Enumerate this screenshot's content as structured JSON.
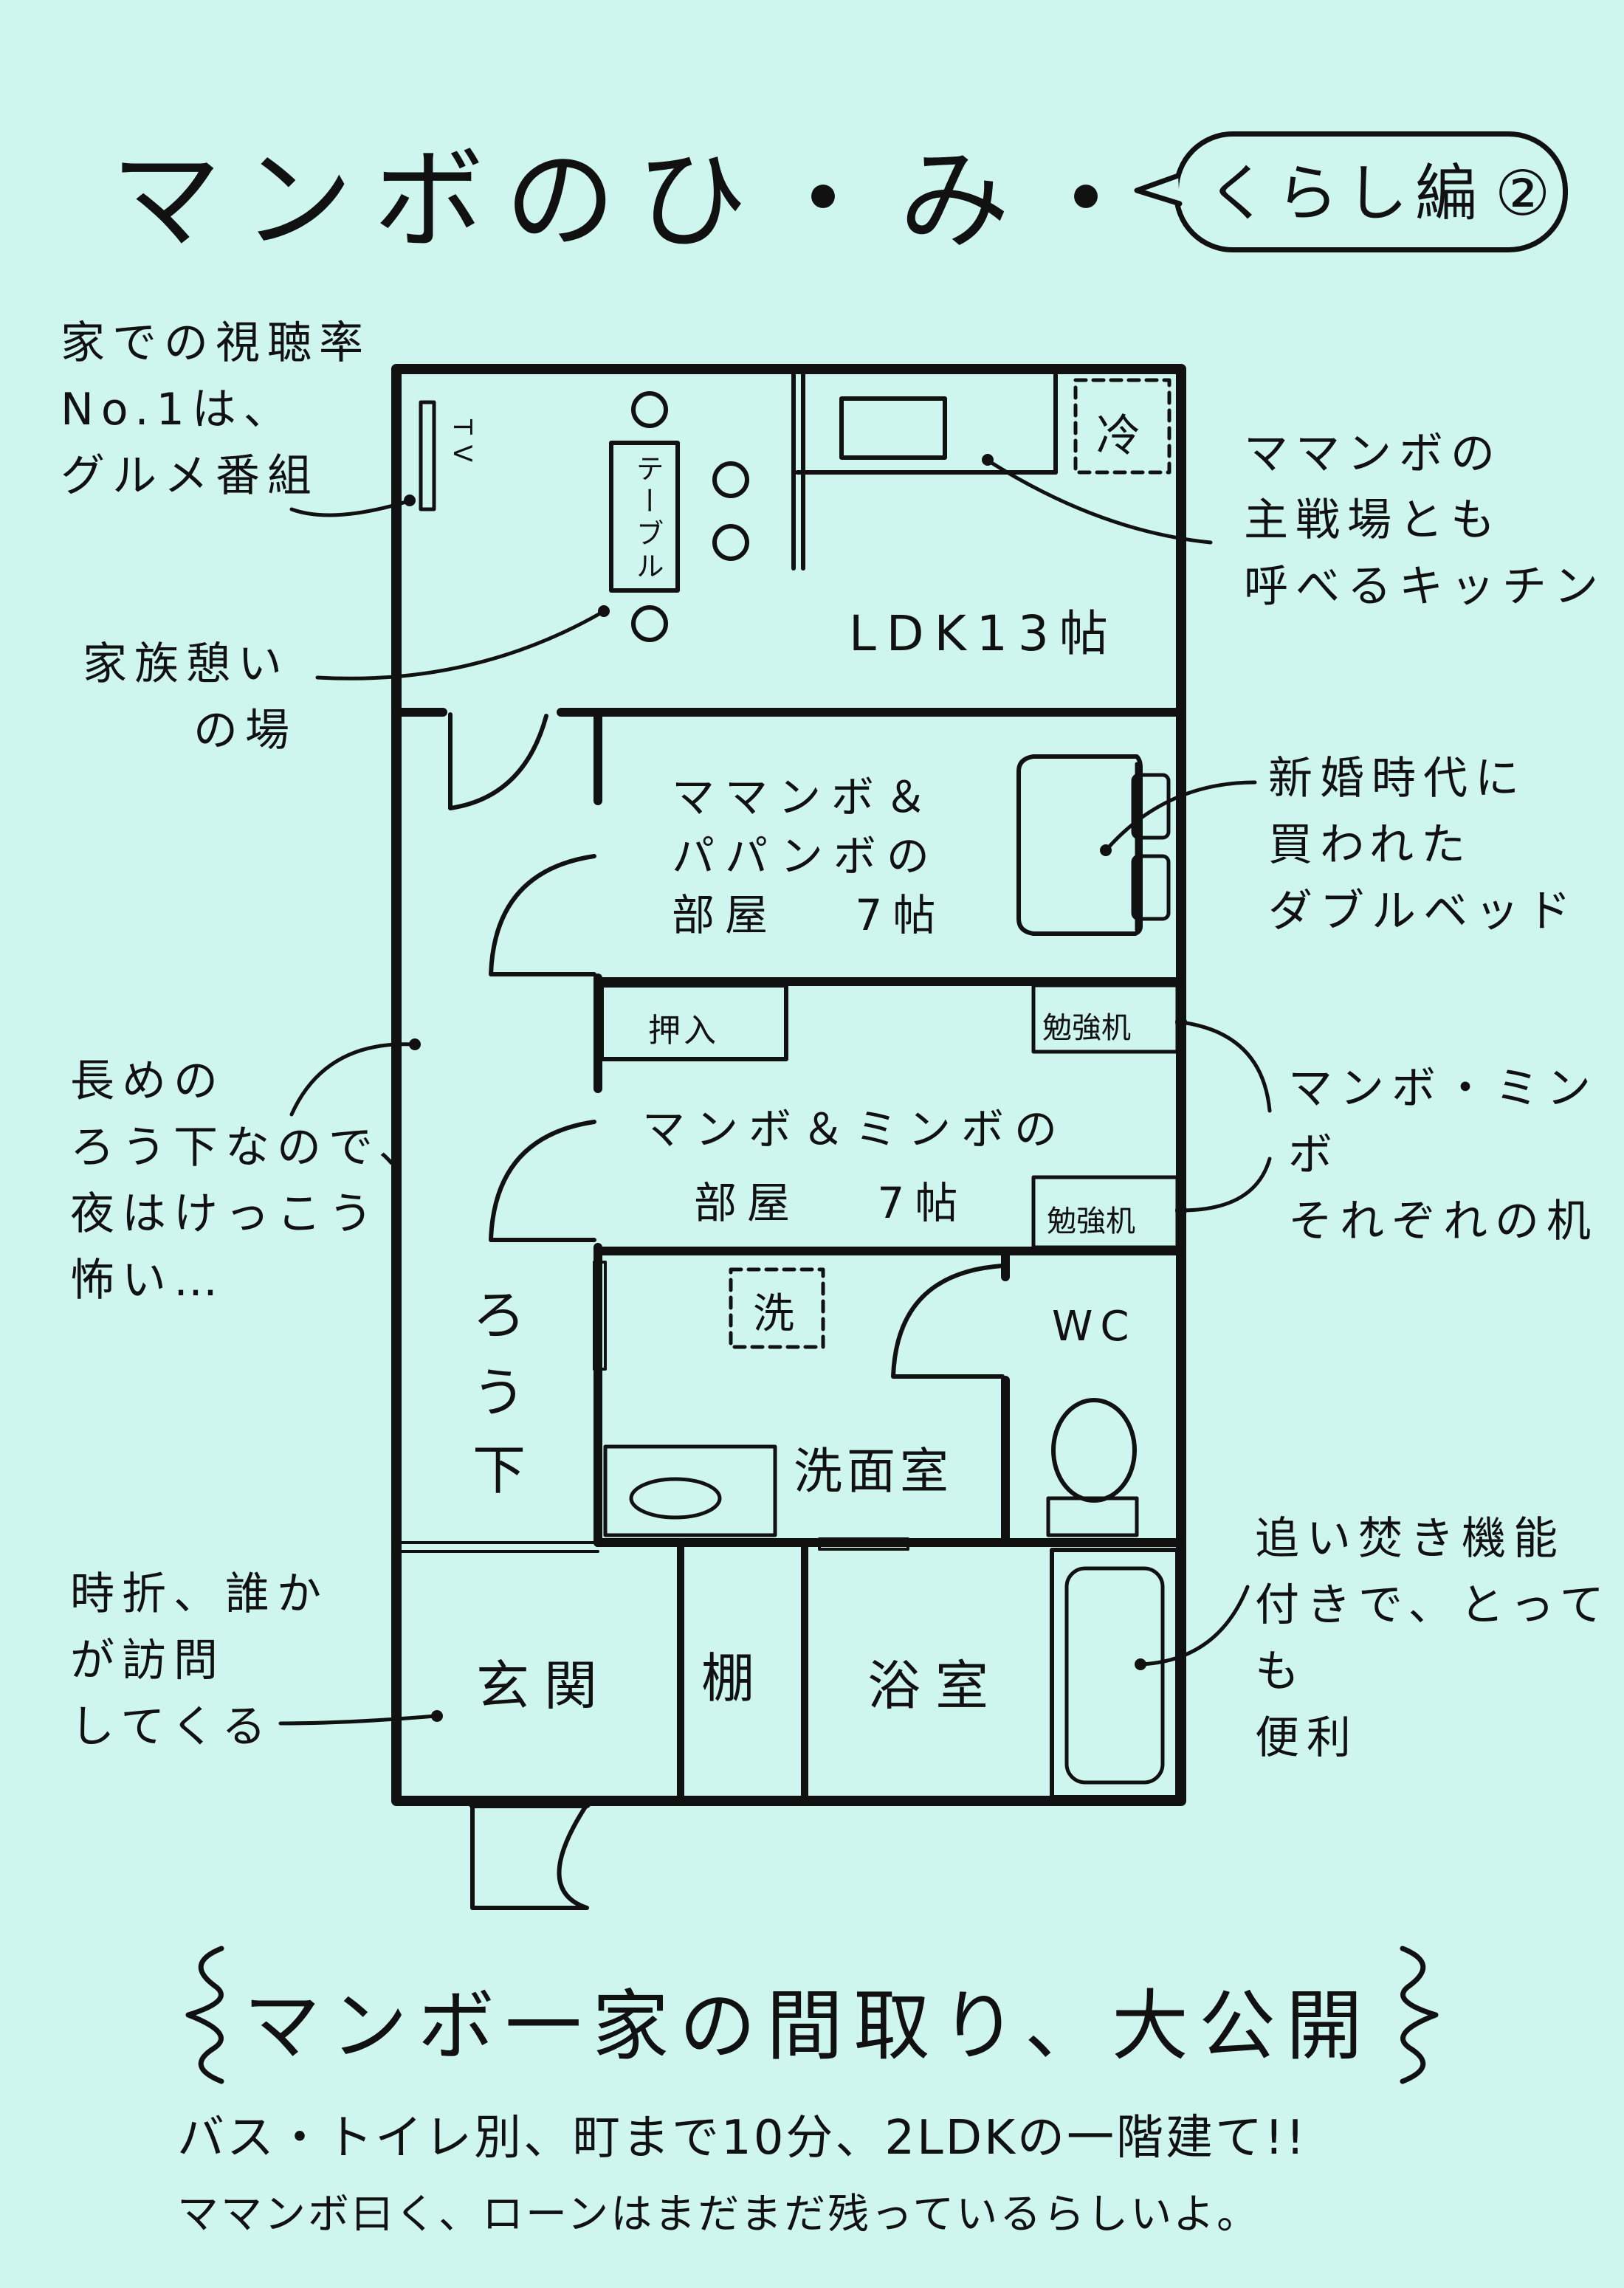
{
  "header": {
    "title": "マンボのひ・み・つ",
    "series": "くらし編",
    "series_number": "②"
  },
  "rooms": {
    "ldk": "LDK13帖",
    "table": "テーブル",
    "tv": "TV",
    "fridge": "冷",
    "parents_room": [
      "ママンボ＆",
      "パパンボの",
      "部屋　 7帖"
    ],
    "oshiire": "押入",
    "desk_top": "勉強机",
    "desk_bottom": "勉強机",
    "kids_room": [
      "マンボ＆ミンボの",
      "部屋　 7帖"
    ],
    "washer": "洗",
    "wc": "WC",
    "senmenjo": "洗面室",
    "corridor": [
      "ろ",
      "う",
      "下"
    ],
    "genkan": "玄関",
    "tana": "棚",
    "bath": "浴室"
  },
  "annotations": {
    "tv": [
      "家での視聴率",
      "No.1は、",
      "グルメ番組"
    ],
    "table": [
      "家族憩い",
      "の場"
    ],
    "kitchen": [
      "ママンボの",
      "主戦場とも",
      "呼べるキッチン"
    ],
    "bed": [
      "新婚時代に",
      "買われた",
      "ダブルベッド"
    ],
    "desks": [
      "マンボ・ミンボ",
      "それぞれの机"
    ],
    "corridor": [
      "長めの",
      "ろう下なので、",
      "夜はけっこう",
      "怖い…"
    ],
    "bath": [
      "追い焚き機能",
      "付きで、とっても",
      "便利"
    ],
    "genkan": [
      "時折、誰か",
      "が訪問",
      "してくる"
    ]
  },
  "footer": {
    "headline": "マンボ一家の間取り、大公開",
    "line1": "バス・トイレ別、町まで10分、2LDKの一階建て!!",
    "line2": "ママンボ曰く、ローンはまだまだ残っているらしいよ。"
  }
}
